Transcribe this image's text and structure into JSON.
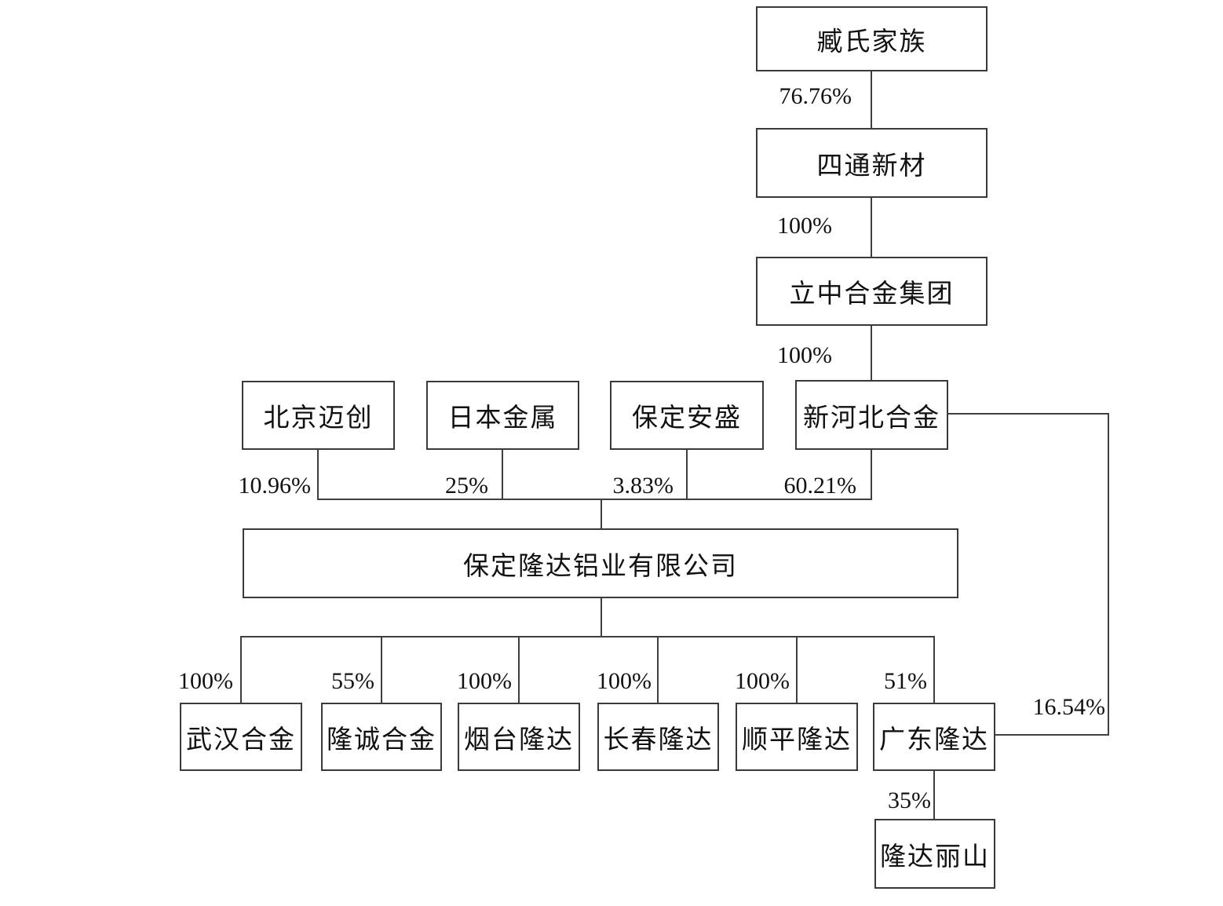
{
  "diagram": {
    "type": "equity-ownership-structure-chart",
    "colors": {
      "background": "#ffffff",
      "line": "#3f3f3f",
      "box_border": "#3a3a3a",
      "text": "#111111"
    },
    "nodes": {
      "zangshi_jiazu": {
        "label": "臧氏家族"
      },
      "sitong_xincai": {
        "label": "四通新材"
      },
      "lizhong_hejin": {
        "label": "立中合金集团"
      },
      "beijing_maichuang": {
        "label": "北京迈创"
      },
      "riben_jinshu": {
        "label": "日本金属"
      },
      "baoding_ansheng": {
        "label": "保定安盛"
      },
      "xinhebei_hejin": {
        "label": "新河北合金"
      },
      "baoding_longda": {
        "label": "保定隆达铝业有限公司"
      },
      "wuhan_hejin": {
        "label": "武汉合金"
      },
      "longcheng_hejin": {
        "label": "隆诚合金"
      },
      "yantai_longda": {
        "label": "烟台隆达"
      },
      "changchun_longda": {
        "label": "长春隆达"
      },
      "shunping_longda": {
        "label": "顺平隆达"
      },
      "guangdong_longda": {
        "label": "广东隆达"
      },
      "longda_lishan": {
        "label": "隆达丽山"
      }
    },
    "edges": {
      "zang_to_sitong": "76.76%",
      "sitong_to_lizhong": "100%",
      "lizhong_to_xinhebei": "100%",
      "beijing_to_longda": "10.96%",
      "riben_to_longda": "25%",
      "ansheng_to_longda": "3.83%",
      "xinhebei_to_longda": "60.21%",
      "longda_to_wuhan": "100%",
      "longda_to_longcheng": "55%",
      "longda_to_yantai": "100%",
      "longda_to_changchun": "100%",
      "longda_to_shunping": "100%",
      "longda_to_guangdong": "51%",
      "xinhebei_to_guangdong": "16.54%",
      "guangdong_to_lishan": "35%"
    }
  }
}
